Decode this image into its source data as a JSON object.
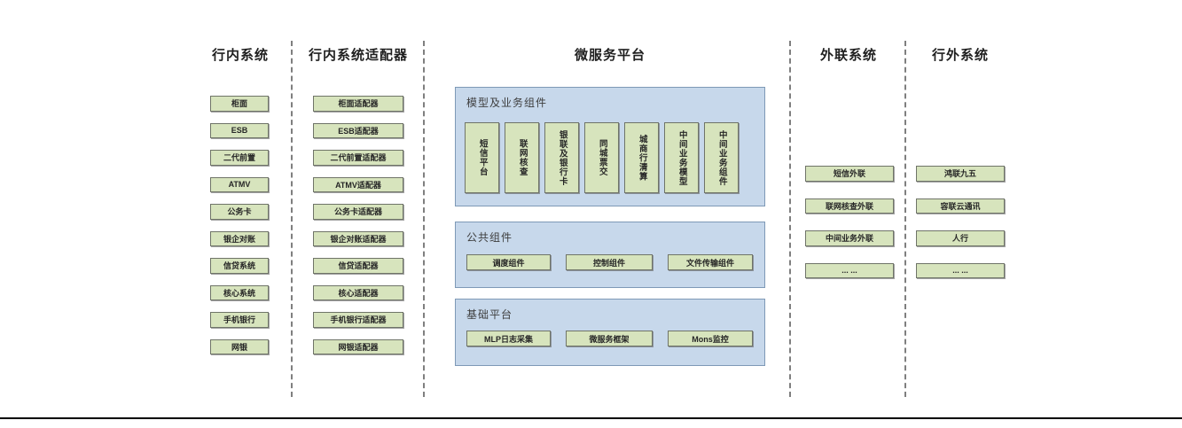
{
  "diagram": {
    "title": "",
    "columns": [
      {
        "title": "行内系统",
        "items": [
          "柜面",
          "ESB",
          "二代前置",
          "ATMV",
          "公务卡",
          "银企对账",
          "信贷系统",
          "核心系统",
          "手机银行",
          "网银"
        ]
      },
      {
        "title": "行内系统适配器",
        "items": [
          "柜面适配器",
          "ESB适配器",
          "二代前置适配器",
          "ATMV适配器",
          "公务卡适配器",
          "银企对账适配器",
          "信贷适配器",
          "核心适配器",
          "手机银行适配器",
          "网银适配器"
        ]
      },
      {
        "title": "微服务平台",
        "groups": [
          {
            "label": "模型及业务组件",
            "items": [
              "短信平台",
              "联网核查",
              "银联及银行卡",
              "同城票交",
              "城商行清算",
              "中间业务模型",
              "中间业务组件"
            ]
          },
          {
            "label": "公共组件",
            "items": [
              "调度组件",
              "控制组件",
              "文件传输组件"
            ]
          },
          {
            "label": "基础平台",
            "items": [
              "MLP日志采集",
              "微服务框架",
              "Mons监控"
            ]
          }
        ]
      },
      {
        "title": "外联系统",
        "items": [
          "短信外联",
          "联网核查外联",
          "中间业务外联",
          "... ..."
        ]
      },
      {
        "title": "行外系统",
        "items": [
          "鸿联九五",
          "容联云通讯",
          "人行",
          "... ..."
        ]
      }
    ],
    "colors": {
      "box_fill": "#d7e4bd",
      "box_border": "#6f7468",
      "panel_fill": "#c7d8eb",
      "panel_border": "#7e99b6",
      "divider": "#7f7f7f",
      "bottom_rule": "#000000",
      "title_text": "#1f1f1f"
    }
  }
}
